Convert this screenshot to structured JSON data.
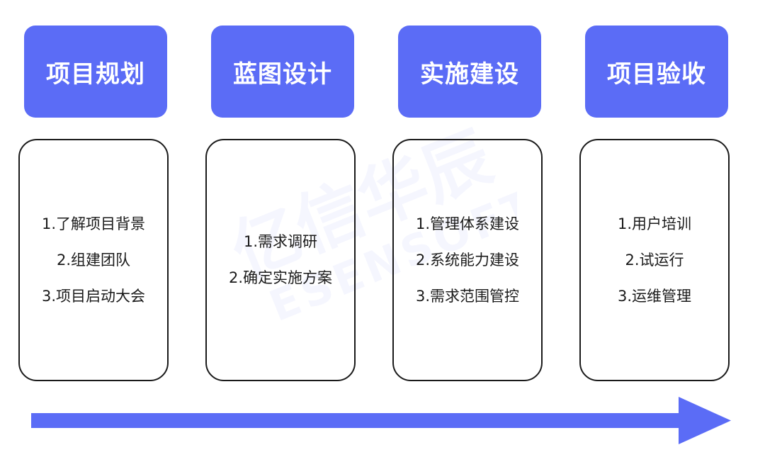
{
  "stages": [
    {
      "title": "项目规划",
      "items": [
        "1.了解项目背景",
        "2.组建团队",
        "3.项目启动大会"
      ]
    },
    {
      "title": "蓝图设计",
      "items": [
        "1.需求调研",
        "2.确定实施方案"
      ]
    },
    {
      "title": "实施建设",
      "items": [
        "1.管理体系建设",
        "2.系统能力建设",
        "3.需求范围管控"
      ]
    },
    {
      "title": "项目验收",
      "items": [
        "1.用户培训",
        "2.试运行",
        "3.运维管理"
      ]
    }
  ],
  "watermark": {
    "cn": "亿信华辰",
    "en": "ESENSOFT"
  },
  "colors": {
    "accent": "#5b6cf6",
    "border": "#1a1a1a",
    "text": "#1a1a1a"
  }
}
